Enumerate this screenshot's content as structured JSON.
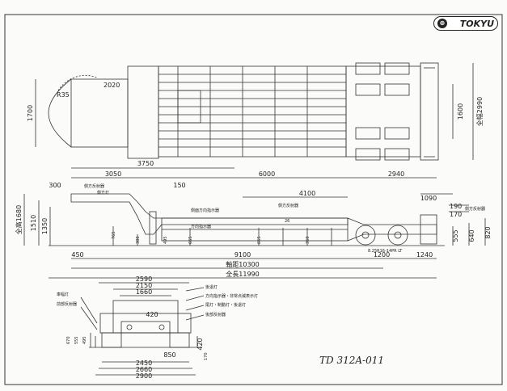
{
  "brand": {
    "logo_text": "TOKYU",
    "logo_mark": "⊕"
  },
  "drawing_number": "TD 312A-011",
  "top_view": {
    "length_label": "1700",
    "width_label": "1600",
    "overall_width_label": "全幅2990",
    "radius_a": "R35",
    "radius_b": "2020"
  },
  "side_view": {
    "dims_top": [
      "3750",
      "3050",
      "6000",
      "2940",
      "300",
      "150",
      "4100"
    ],
    "height_labels": [
      "全高1680",
      "1510",
      "1350"
    ],
    "dims_bottom": [
      "450",
      "9100",
      "1240",
      "1200"
    ],
    "wheelbase_label": "軸距10300",
    "overall_length_label": "全長11990",
    "axle_labels": [
      "1090",
      "190",
      "170",
      "555",
      "640",
      "820"
    ],
    "inner_labels": [
      "765",
      "380",
      "495",
      "665",
      "655",
      "350",
      "26"
    ],
    "notes": [
      "側方反射器",
      "側方灯",
      "側方反射器",
      "側面方向指示器",
      "方向指示器",
      "側方反射器"
    ],
    "tire_label": "8.25R16-14PR LT"
  },
  "rear_view": {
    "top_dims": [
      "2590",
      "2150",
      "1660"
    ],
    "mid_dims": [
      "420",
      "850",
      "420"
    ],
    "bottom_dims": [
      "2450",
      "2660",
      "2900"
    ],
    "side_dims": [
      "670",
      "555",
      "495",
      "170"
    ],
    "labels": [
      "後退灯",
      "方向指示器・非常点滅表示灯",
      "尾灯・制動灯・後退灯",
      "後部反射器",
      "車幅灯",
      "前部反射器"
    ]
  }
}
